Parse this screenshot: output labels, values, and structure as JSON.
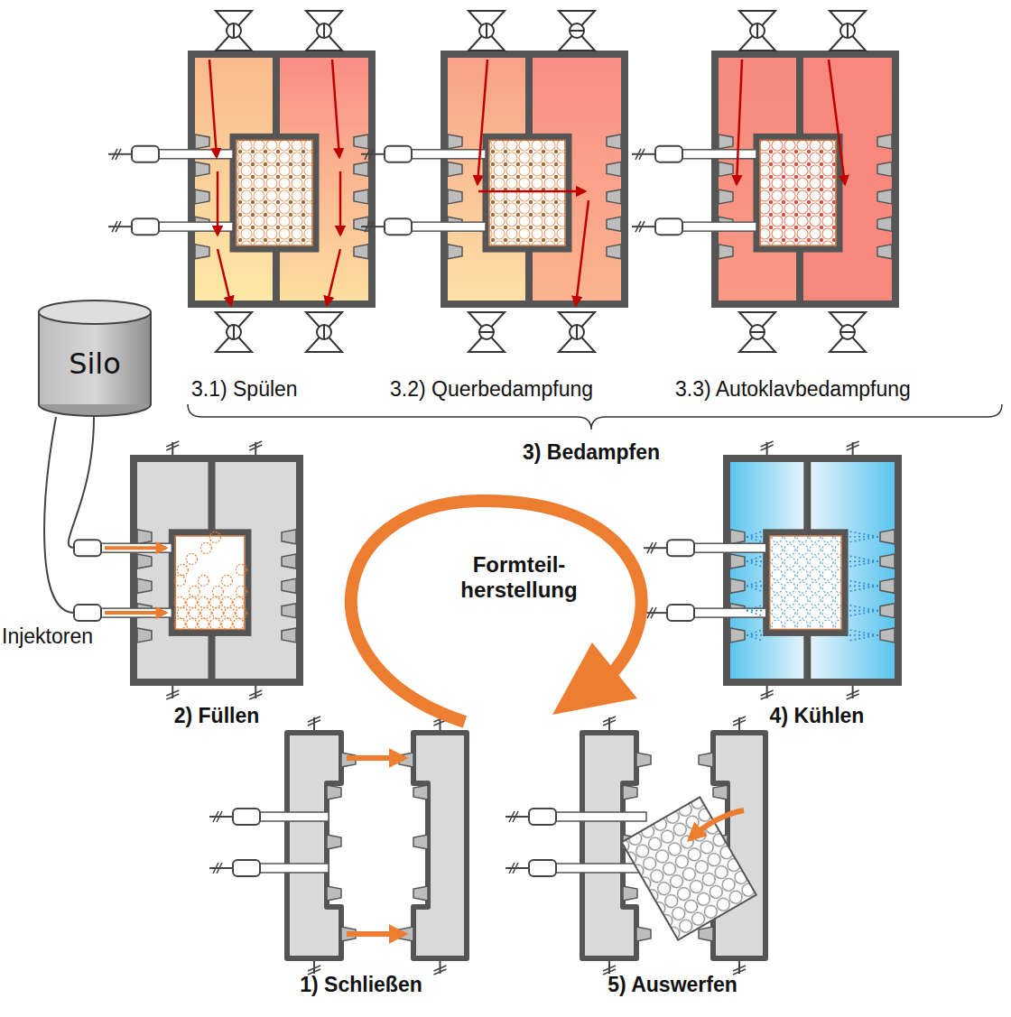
{
  "diagram": {
    "nodes": [
      {
        "text": [
          "Silo"
        ]
      }
    ],
    "labels": [
      "3.1) Spülen",
      "3.2) Querbedampfung",
      "3.3) Autoklavbedampfung",
      "3) Bedampfen",
      "Injektoren",
      "2) Füllen",
      "Formteil- herstellung",
      "4) Kühlen",
      "1) Schließen",
      "5) Auswerfen"
    ]
  }
}
